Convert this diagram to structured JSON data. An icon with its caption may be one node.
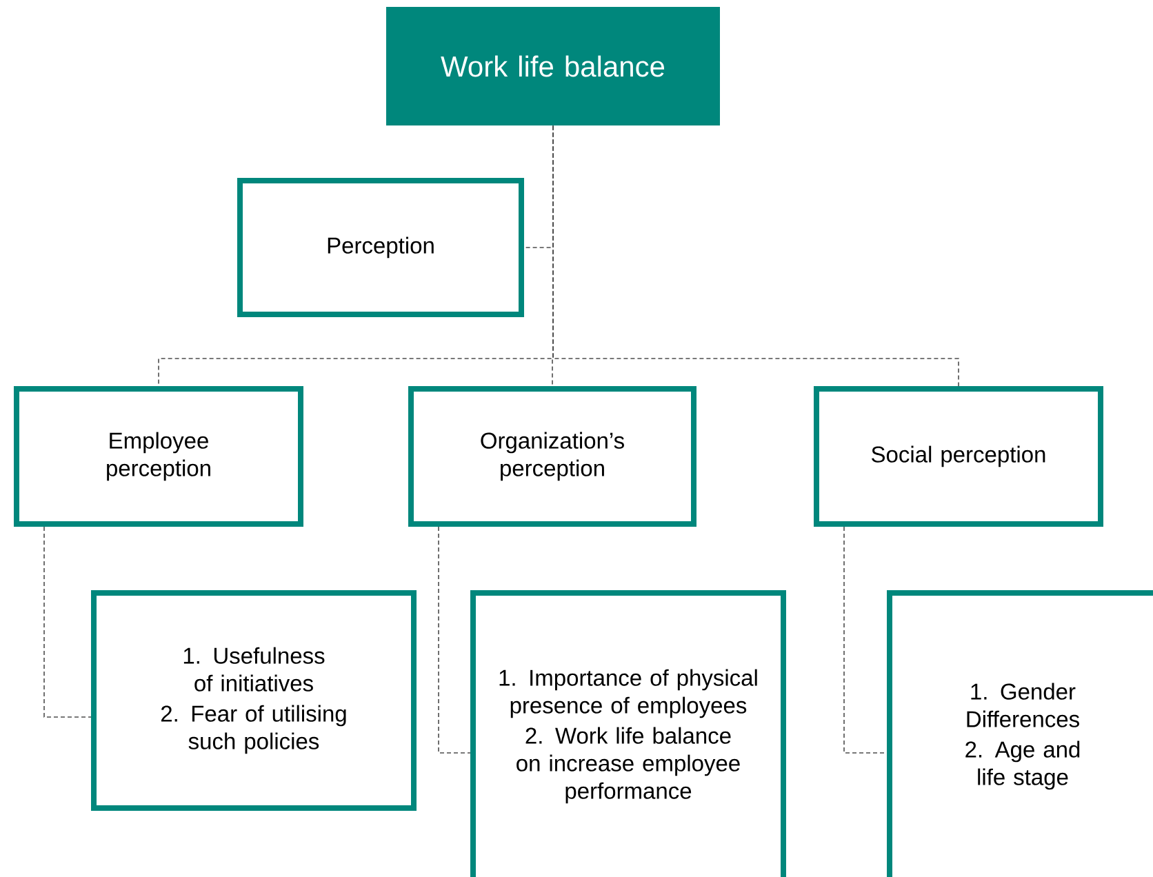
{
  "diagram": {
    "nodes": [
      {
        "text": [
          "Work life balance"
        ]
      },
      {
        "text": [
          "Perception"
        ]
      },
      {
        "text": [
          "Employee perception"
        ]
      },
      {
        "text": [
          "Organization’s perception"
        ]
      },
      {
        "text": [
          "Social perception"
        ]
      },
      {
        "text": [
          "1. Usefulness of initiatives",
          "2. Fear of utilising such policies"
        ]
      },
      {
        "text": [
          "1. Importance of physical presence of employees",
          "2. Work life balance on increase employee performance"
        ]
      },
      {
        "text": [
          "1. Gender Differences",
          "2. Age and life stage"
        ]
      }
    ],
    "edges": [
      {
        "from": 0,
        "to": 1,
        "arrow": "none",
        "style": "dashed"
      },
      {
        "from": 0,
        "to": 2,
        "arrow": "none",
        "style": "dashed"
      },
      {
        "from": 0,
        "to": 3,
        "arrow": "none",
        "style": "dashed"
      },
      {
        "from": 0,
        "to": 4,
        "arrow": "none",
        "style": "dashed"
      },
      {
        "from": 2,
        "to": 5,
        "arrow": "none",
        "style": "dashed"
      },
      {
        "from": 3,
        "to": 6,
        "arrow": "none",
        "style": "dashed"
      },
      {
        "from": 4,
        "to": 7,
        "arrow": "none",
        "style": "dashed"
      }
    ]
  }
}
